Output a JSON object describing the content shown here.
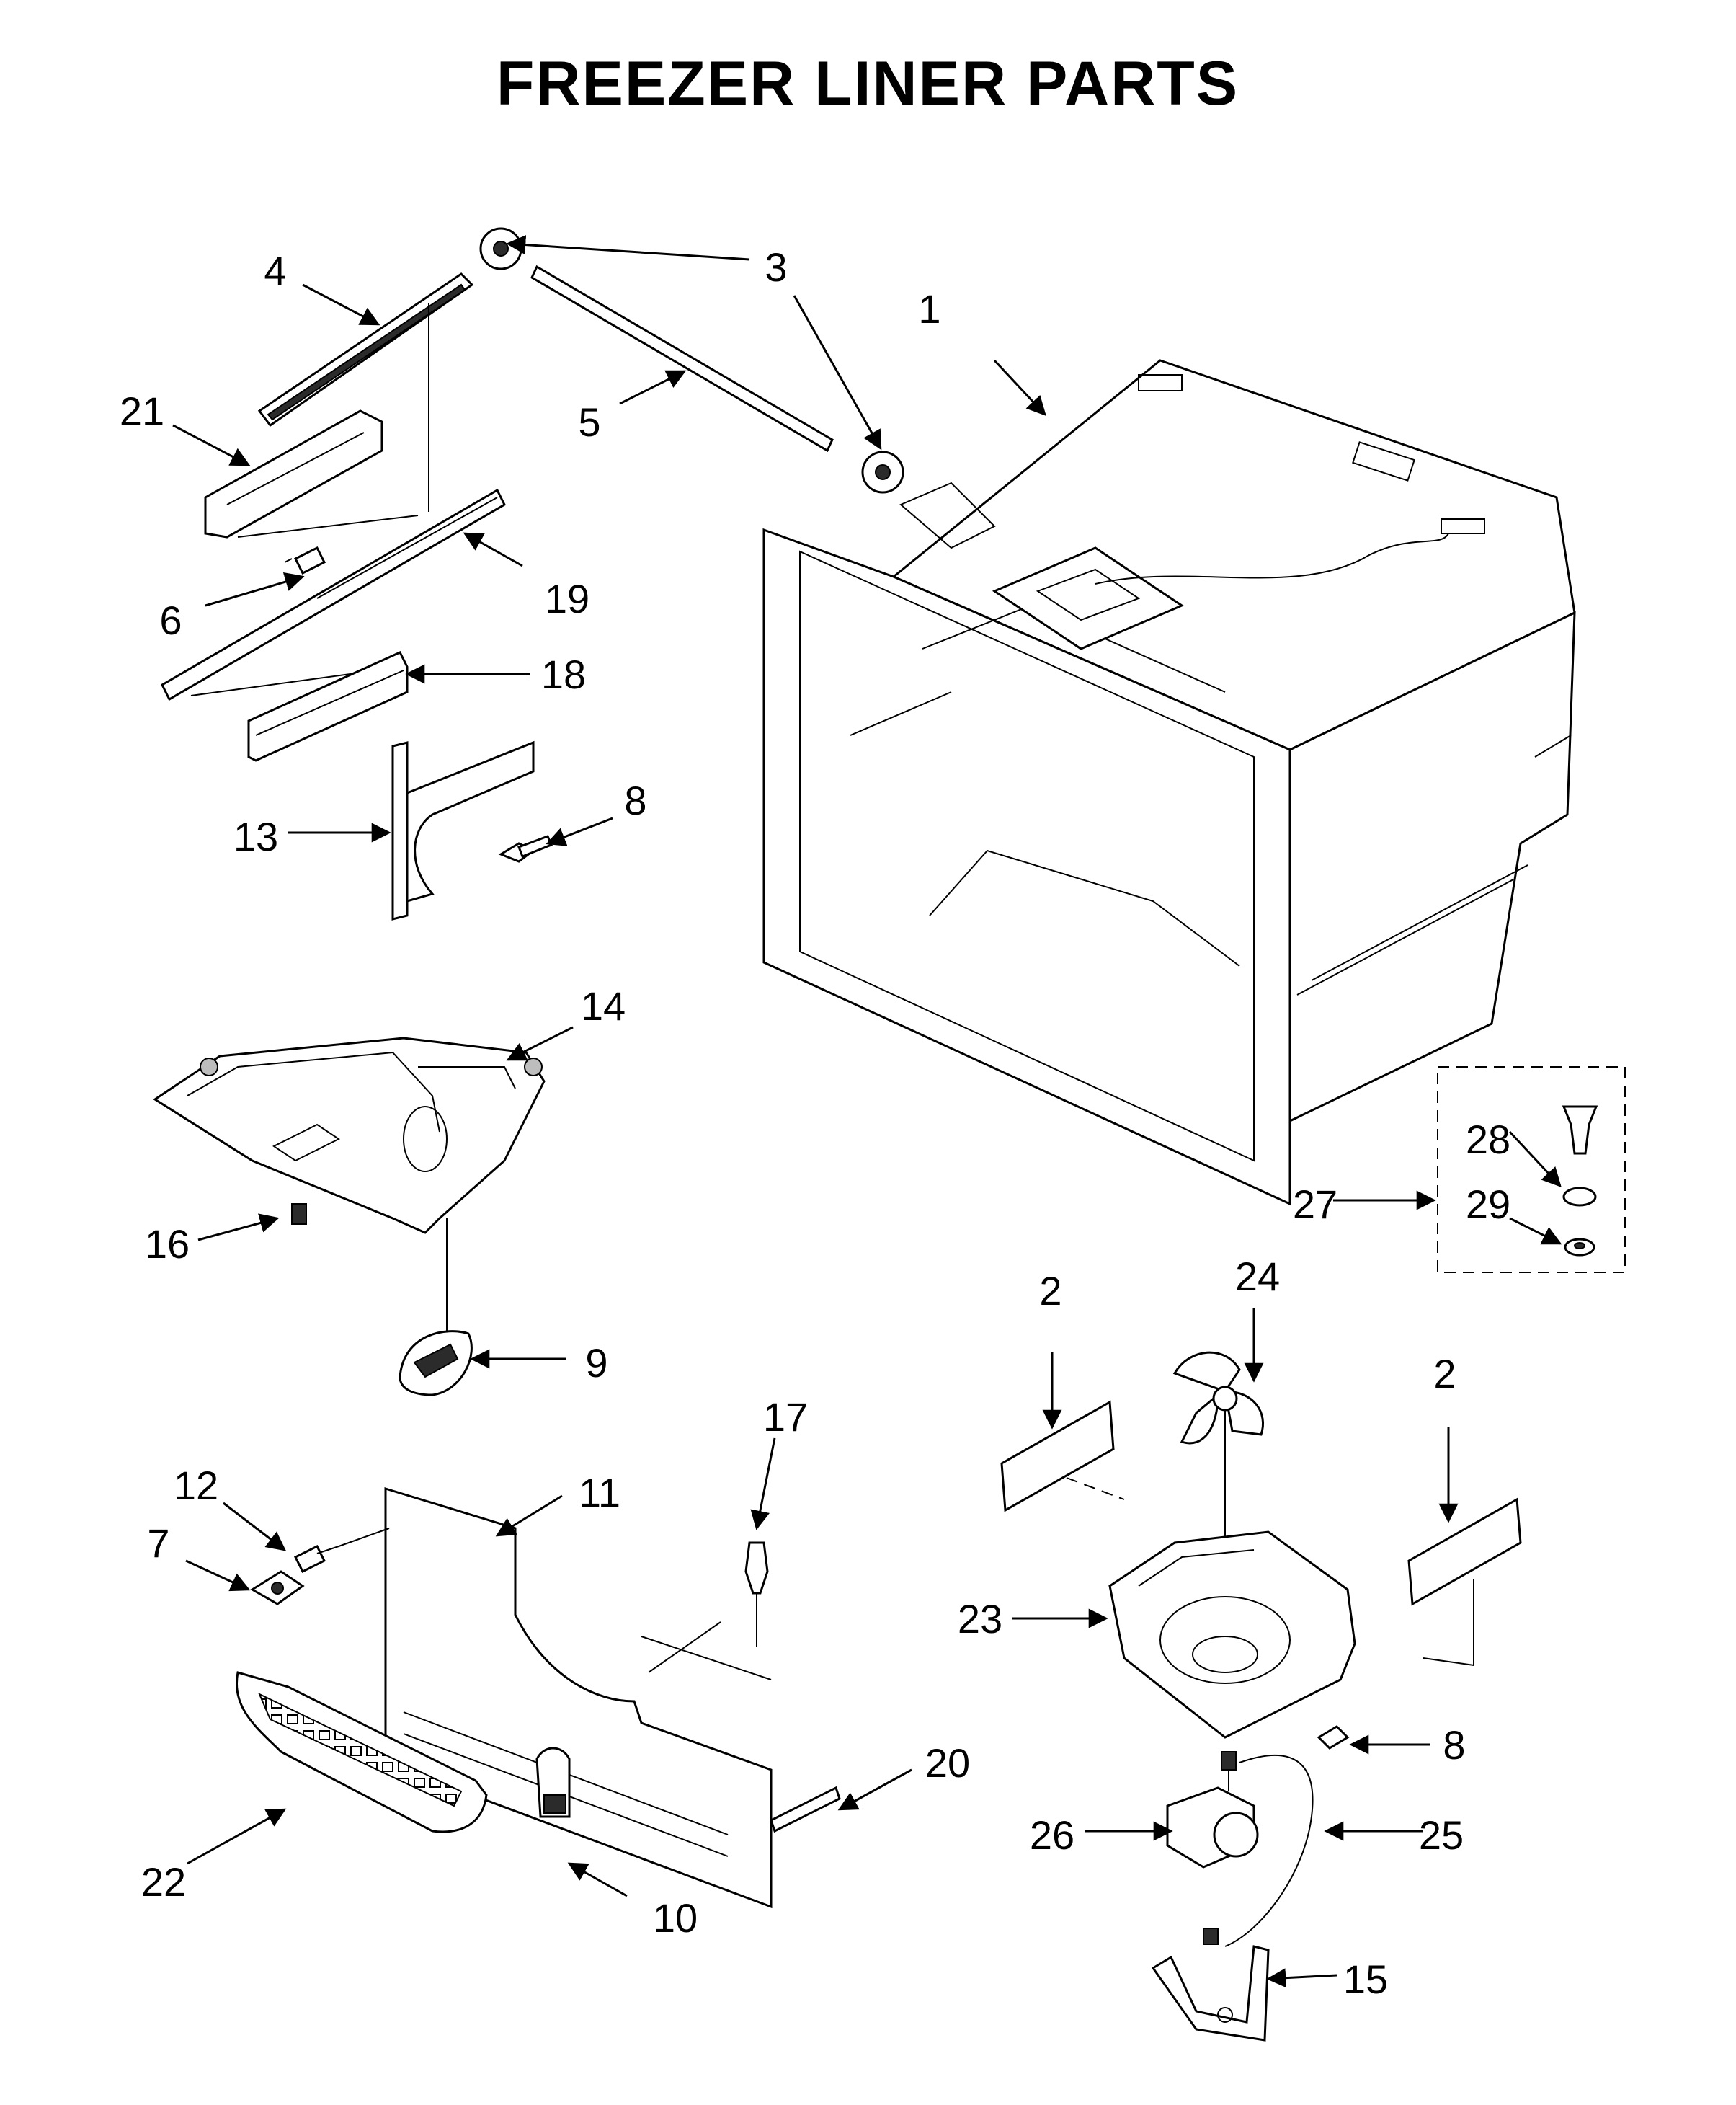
{
  "title": "FREEZER LINER PARTS",
  "callouts": [
    "1",
    "2",
    "2",
    "3",
    "3",
    "4",
    "5",
    "6",
    "7",
    "8",
    "8",
    "9",
    "10",
    "11",
    "12",
    "13",
    "14",
    "15",
    "16",
    "17",
    "18",
    "19",
    "20",
    "21",
    "22",
    "23",
    "24",
    "25",
    "26",
    "27",
    "28",
    "29"
  ]
}
